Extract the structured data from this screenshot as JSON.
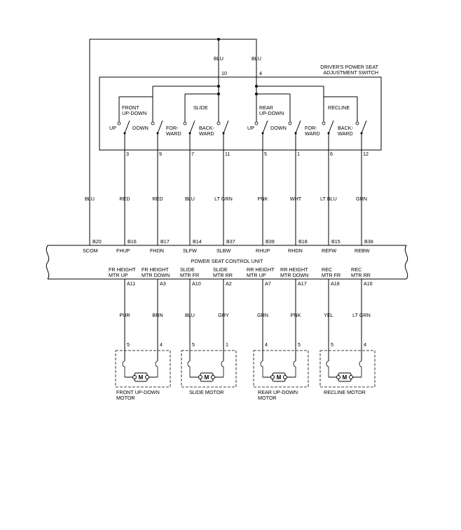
{
  "switch_block": {
    "title_line1": "DRIVER'S POWER SEAT",
    "title_line2": "ADJUSTMENT SWITCH",
    "feed_wire_left": "BLU",
    "feed_wire_right": "BLU",
    "feed_pin_left": "10",
    "feed_pin_right": "4",
    "groups": [
      {
        "line1": "FRONT",
        "line2": "UP-DOWN"
      },
      {
        "line1": "SLIDE",
        "line2": ""
      },
      {
        "line1": "REAR",
        "line2": "UP-DOWN"
      },
      {
        "line1": "RECLINE",
        "line2": ""
      }
    ],
    "switch_labels": [
      {
        "line1": "UP",
        "line2": ""
      },
      {
        "line1": "DOWN",
        "line2": ""
      },
      {
        "line1": "FOR-",
        "line2": "WARD"
      },
      {
        "line1": "BACK-",
        "line2": "WARD"
      },
      {
        "line1": "UP",
        "line2": ""
      },
      {
        "line1": "DOWN",
        "line2": ""
      },
      {
        "line1": "FOR-",
        "line2": "WARD"
      },
      {
        "line1": "BACK-",
        "line2": "WARD"
      }
    ],
    "pins": [
      "3",
      "9",
      "7",
      "11",
      "5",
      "1",
      "6",
      "12"
    ]
  },
  "harness_wires": [
    "BLU",
    "RED",
    "RED",
    "BLU",
    "LT GRN",
    "PNK",
    "WHT",
    "LT BLU",
    "GRN"
  ],
  "control_unit": {
    "title": "POWER SEAT CONTROL UNIT",
    "top_pins": [
      {
        "pin": "B20",
        "name": "SCOM"
      },
      {
        "pin": "B16",
        "name": "FHUP"
      },
      {
        "pin": "B17",
        "name": "FHDN"
      },
      {
        "pin": "B14",
        "name": "SLFW"
      },
      {
        "pin": "B37",
        "name": "SLBW"
      },
      {
        "pin": "B39",
        "name": "RHUP"
      },
      {
        "pin": "B18",
        "name": "RHDN"
      },
      {
        "pin": "B15",
        "name": "REFW"
      },
      {
        "pin": "B38",
        "name": "REBW"
      }
    ],
    "bottom_pins": [
      {
        "line1": "FR HEIGHT",
        "line2": "MTR UP",
        "pin": "A11"
      },
      {
        "line1": "FR HEIGHT",
        "line2": "MTR DOWN",
        "pin": "A3"
      },
      {
        "line1": "SLIDE",
        "line2": "MTR FR",
        "pin": "A10"
      },
      {
        "line1": "SLIDE",
        "line2": "MTR RR",
        "pin": "A2"
      },
      {
        "line1": "RR HEIGHT",
        "line2": "MTR UP",
        "pin": "A7"
      },
      {
        "line1": "RR HEIGHT",
        "line2": "MTR DOWN",
        "pin": "A17"
      },
      {
        "line1": "REC",
        "line2": "MTR FR",
        "pin": "A18"
      },
      {
        "line1": "REC",
        "line2": "MTR RR",
        "pin": "A16"
      }
    ]
  },
  "motor_wires": [
    "PUR",
    "BRN",
    "BLU",
    "GRY",
    "GRN",
    "PNK",
    "YEL",
    "LT GRN"
  ],
  "motors": [
    {
      "pin_left": "5",
      "pin_right": "4",
      "symbol": "M",
      "line1": "FRONT UP-DOWN",
      "line2": "MOTOR"
    },
    {
      "pin_left": "5",
      "pin_right": "1",
      "symbol": "M",
      "line1": "SLIDE MOTOR",
      "line2": ""
    },
    {
      "pin_left": "4",
      "pin_right": "5",
      "symbol": "M",
      "line1": "REAR UP-DOWN",
      "line2": "MOTOR"
    },
    {
      "pin_left": "5",
      "pin_right": "4",
      "symbol": "M",
      "line1": "RECLINE MOTOR",
      "line2": ""
    }
  ]
}
